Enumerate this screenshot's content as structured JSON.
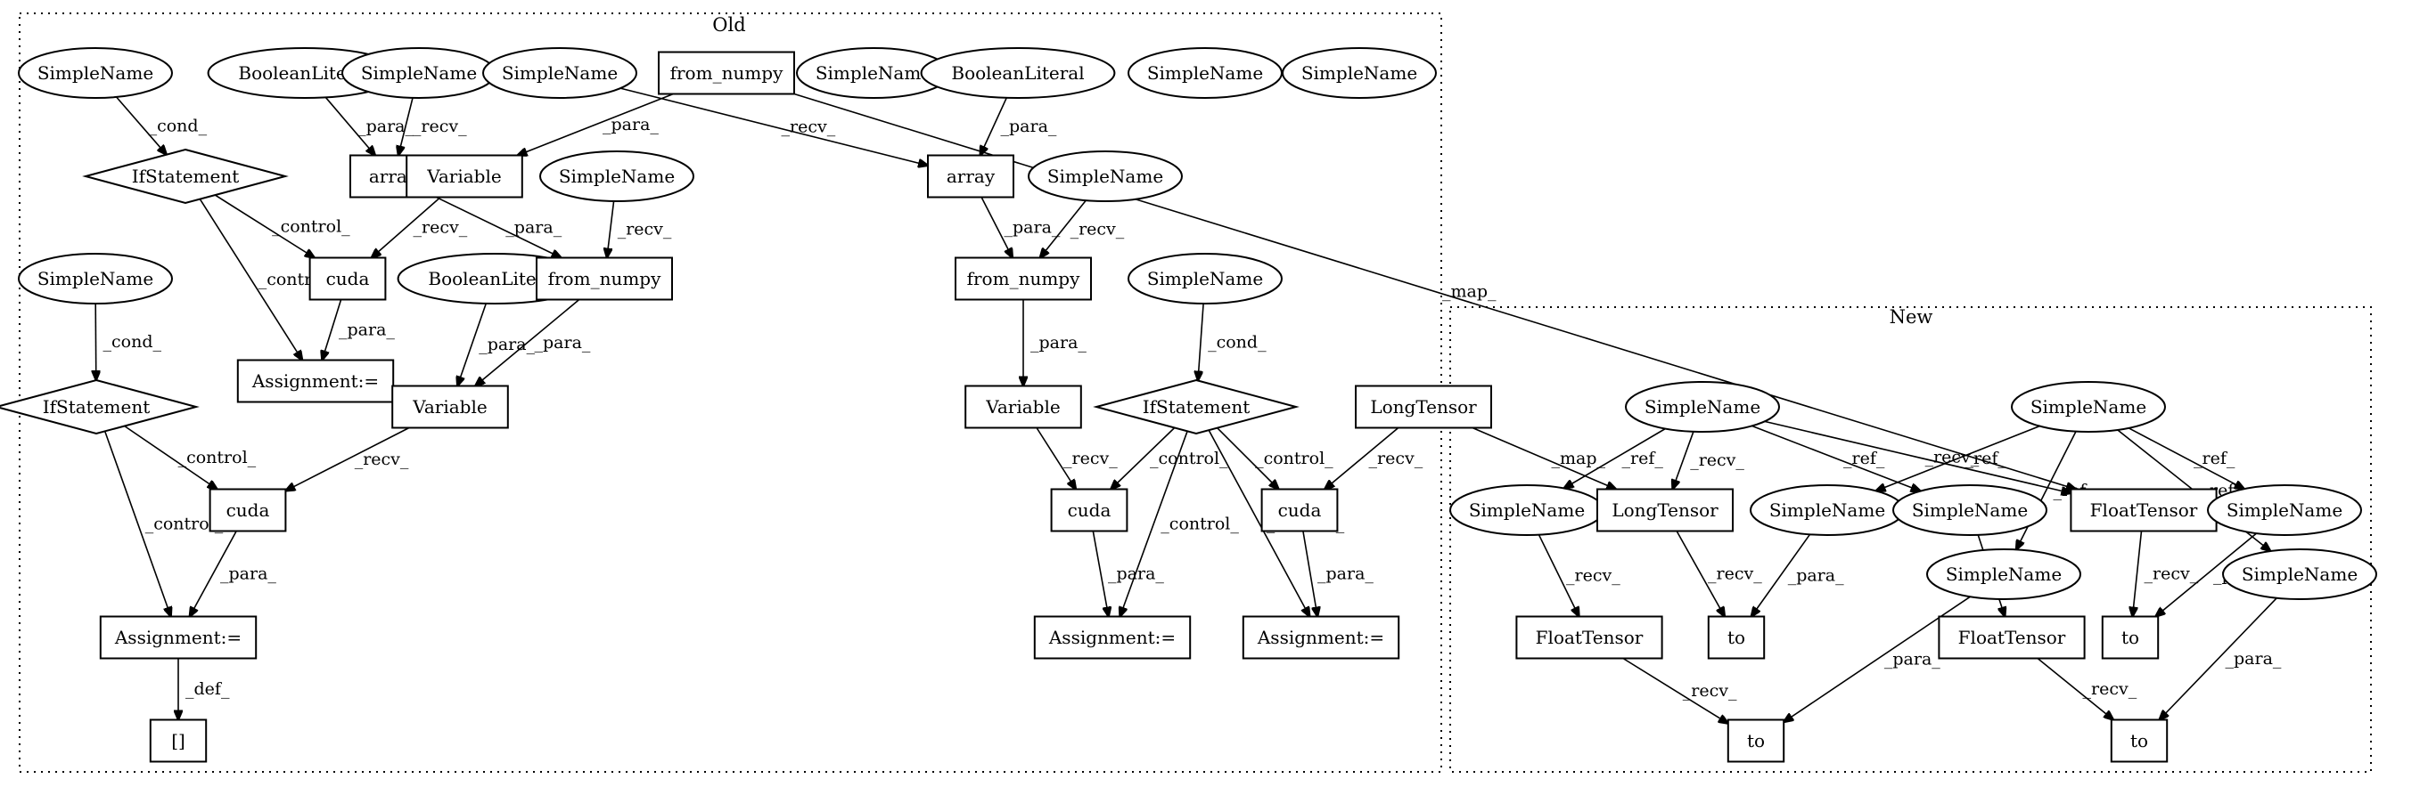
{
  "clusters": [
    {
      "id": "old",
      "label": "Old"
    },
    {
      "id": "new",
      "label": "New"
    }
  ],
  "nodes": [
    {
      "id": "o_sn1",
      "label": "SimpleName",
      "shape": "ellipse"
    },
    {
      "id": "o_bl1",
      "label": "BooleanLiteral",
      "shape": "ellipse"
    },
    {
      "id": "o_sn2",
      "label": "SimpleName",
      "shape": "ellipse"
    },
    {
      "id": "o_sn3",
      "label": "SimpleName",
      "shape": "ellipse"
    },
    {
      "id": "o_fn1",
      "label": "from_numpy",
      "shape": "box"
    },
    {
      "id": "o_sn4",
      "label": "SimpleName",
      "shape": "ellipse"
    },
    {
      "id": "o_bl2",
      "label": "BooleanLiteral",
      "shape": "ellipse"
    },
    {
      "id": "o_sn5",
      "label": "SimpleName",
      "shape": "ellipse"
    },
    {
      "id": "o_sn6",
      "label": "SimpleName",
      "shape": "ellipse"
    },
    {
      "id": "o_if1",
      "label": "IfStatement",
      "shape": "diamond"
    },
    {
      "id": "o_arr1",
      "label": "array",
      "shape": "box"
    },
    {
      "id": "o_var1",
      "label": "Variable",
      "shape": "box"
    },
    {
      "id": "o_sn7",
      "label": "SimpleName",
      "shape": "ellipse"
    },
    {
      "id": "o_arr2",
      "label": "array",
      "shape": "box"
    },
    {
      "id": "o_sn8",
      "label": "SimpleName",
      "shape": "ellipse"
    },
    {
      "id": "o_sn9",
      "label": "SimpleName",
      "shape": "ellipse"
    },
    {
      "id": "o_cuda1",
      "label": "cuda",
      "shape": "box"
    },
    {
      "id": "o_bl3",
      "label": "BooleanLiteral",
      "shape": "ellipse"
    },
    {
      "id": "o_fn2",
      "label": "from_numpy",
      "shape": "box"
    },
    {
      "id": "o_fn3",
      "label": "from_numpy",
      "shape": "box"
    },
    {
      "id": "o_sn10",
      "label": "SimpleName",
      "shape": "ellipse"
    },
    {
      "id": "o_asg1",
      "label": "Assignment:=",
      "shape": "box"
    },
    {
      "id": "o_if2",
      "label": "IfStatement",
      "shape": "diamond"
    },
    {
      "id": "o_var2",
      "label": "Variable",
      "shape": "box"
    },
    {
      "id": "o_var3",
      "label": "Variable",
      "shape": "box"
    },
    {
      "id": "o_if3",
      "label": "IfStatement",
      "shape": "diamond"
    },
    {
      "id": "o_lt",
      "label": "LongTensor",
      "shape": "box"
    },
    {
      "id": "o_cuda2",
      "label": "cuda",
      "shape": "box"
    },
    {
      "id": "o_cuda3",
      "label": "cuda",
      "shape": "box"
    },
    {
      "id": "o_cuda4",
      "label": "cuda",
      "shape": "box"
    },
    {
      "id": "o_asg2",
      "label": "Assignment:=",
      "shape": "box"
    },
    {
      "id": "o_asg3",
      "label": "Assignment:=",
      "shape": "box"
    },
    {
      "id": "o_asg4",
      "label": "Assignment:=",
      "shape": "box"
    },
    {
      "id": "o_idx",
      "label": "[]",
      "shape": "box"
    },
    {
      "id": "n_snA",
      "label": "SimpleName",
      "shape": "ellipse"
    },
    {
      "id": "n_snB",
      "label": "SimpleName",
      "shape": "ellipse"
    },
    {
      "id": "n_sn1",
      "label": "SimpleName",
      "shape": "ellipse"
    },
    {
      "id": "n_lt",
      "label": "LongTensor",
      "shape": "box"
    },
    {
      "id": "n_sn2",
      "label": "SimpleName",
      "shape": "ellipse"
    },
    {
      "id": "n_sn3",
      "label": "SimpleName",
      "shape": "ellipse"
    },
    {
      "id": "n_ft1",
      "label": "FloatTensor",
      "shape": "box"
    },
    {
      "id": "n_sn4",
      "label": "SimpleName",
      "shape": "ellipse"
    },
    {
      "id": "n_sn5",
      "label": "SimpleName",
      "shape": "ellipse"
    },
    {
      "id": "n_sn6",
      "label": "SimpleName",
      "shape": "ellipse"
    },
    {
      "id": "n_ft2",
      "label": "FloatTensor",
      "shape": "box"
    },
    {
      "id": "n_to1",
      "label": "to",
      "shape": "box"
    },
    {
      "id": "n_ft3",
      "label": "FloatTensor",
      "shape": "box"
    },
    {
      "id": "n_to2",
      "label": "to",
      "shape": "box"
    },
    {
      "id": "n_to3",
      "label": "to",
      "shape": "box"
    },
    {
      "id": "n_to4",
      "label": "to",
      "shape": "box"
    }
  ],
  "edges": [
    {
      "from": "o_sn1",
      "to": "o_if1",
      "label": "_cond_"
    },
    {
      "from": "o_bl1",
      "to": "o_arr1",
      "label": "_para_"
    },
    {
      "from": "o_sn2",
      "to": "o_arr1",
      "label": "_recv_"
    },
    {
      "from": "o_fn1",
      "to": "o_var1",
      "label": "_para_"
    },
    {
      "from": "o_sn3",
      "to": "o_arr2",
      "label": "_recv_"
    },
    {
      "from": "o_bl2",
      "to": "o_arr2",
      "label": "_para_"
    },
    {
      "from": "o_fn1",
      "to": "n_ft1",
      "label": "_map_"
    },
    {
      "from": "o_if1",
      "to": "o_cuda1",
      "label": "_control_"
    },
    {
      "from": "o_if1",
      "to": "o_asg1",
      "label": "_control_"
    },
    {
      "from": "o_var1",
      "to": "o_cuda1",
      "label": "_recv_"
    },
    {
      "from": "o_arr1",
      "to": "o_fn2",
      "label": "_para_"
    },
    {
      "from": "o_sn7",
      "to": "o_fn2",
      "label": "_recv_"
    },
    {
      "from": "o_arr2",
      "to": "o_fn3",
      "label": "_para_"
    },
    {
      "from": "o_sn8",
      "to": "o_fn3",
      "label": "_recv_"
    },
    {
      "from": "o_cuda1",
      "to": "o_asg1",
      "label": "_para_"
    },
    {
      "from": "o_sn9",
      "to": "o_if2",
      "label": "_cond_"
    },
    {
      "from": "o_bl3",
      "to": "o_var2",
      "label": "_para_"
    },
    {
      "from": "o_fn2",
      "to": "o_var2",
      "label": "_para_"
    },
    {
      "from": "o_fn3",
      "to": "o_var3",
      "label": "_para_"
    },
    {
      "from": "o_sn10",
      "to": "o_if3",
      "label": "_cond_"
    },
    {
      "from": "o_if2",
      "to": "o_cuda2",
      "label": "_control_"
    },
    {
      "from": "o_if2",
      "to": "o_asg2",
      "label": "_control_"
    },
    {
      "from": "o_var2",
      "to": "o_cuda2",
      "label": "_recv_"
    },
    {
      "from": "o_var3",
      "to": "o_cuda3",
      "label": "_recv_"
    },
    {
      "from": "o_if3",
      "to": "o_cuda3",
      "label": "_control_"
    },
    {
      "from": "o_if3",
      "to": "o_cuda4",
      "label": "_control_"
    },
    {
      "from": "o_if3",
      "to": "o_asg3",
      "label": "_control_"
    },
    {
      "from": "o_if3",
      "to": "o_asg4",
      "label": "_control_"
    },
    {
      "from": "o_lt",
      "to": "o_cuda4",
      "label": "_recv_"
    },
    {
      "from": "o_lt",
      "to": "n_lt",
      "label": "_map_"
    },
    {
      "from": "o_cuda2",
      "to": "o_asg2",
      "label": "_para_"
    },
    {
      "from": "o_cuda3",
      "to": "o_asg3",
      "label": "_para_"
    },
    {
      "from": "o_cuda4",
      "to": "o_asg4",
      "label": "_para_"
    },
    {
      "from": "o_asg2",
      "to": "o_idx",
      "label": "_def_"
    },
    {
      "from": "n_snA",
      "to": "n_sn1",
      "label": "_ref_"
    },
    {
      "from": "n_snA",
      "to": "n_lt",
      "label": "_recv_"
    },
    {
      "from": "n_snA",
      "to": "n_sn3",
      "label": "_ref_"
    },
    {
      "from": "n_snA",
      "to": "n_ft1",
      "label": "_recv_"
    },
    {
      "from": "n_snB",
      "to": "n_sn2",
      "label": "_ref_"
    },
    {
      "from": "n_snB",
      "to": "n_sn5",
      "label": "_ref_"
    },
    {
      "from": "n_snB",
      "to": "n_sn4",
      "label": "_ref_"
    },
    {
      "from": "n_snB",
      "to": "n_sn6",
      "label": "_ref_"
    },
    {
      "from": "n_sn1",
      "to": "n_ft2",
      "label": "_recv_"
    },
    {
      "from": "n_lt",
      "to": "n_to1",
      "label": "_recv_"
    },
    {
      "from": "n_sn2",
      "to": "n_to1",
      "label": "_para_"
    },
    {
      "from": "n_sn3",
      "to": "n_ft3",
      "label": "_recv_"
    },
    {
      "from": "n_ft1",
      "to": "n_to2",
      "label": "_recv_"
    },
    {
      "from": "n_sn4",
      "to": "n_to2",
      "label": "_para_"
    },
    {
      "from": "n_ft2",
      "to": "n_to3",
      "label": "_recv_"
    },
    {
      "from": "n_sn5",
      "to": "n_to3",
      "label": "_para_"
    },
    {
      "from": "n_ft3",
      "to": "n_to4",
      "label": "_recv_"
    },
    {
      "from": "n_sn6",
      "to": "n_to4",
      "label": "_para_"
    }
  ]
}
